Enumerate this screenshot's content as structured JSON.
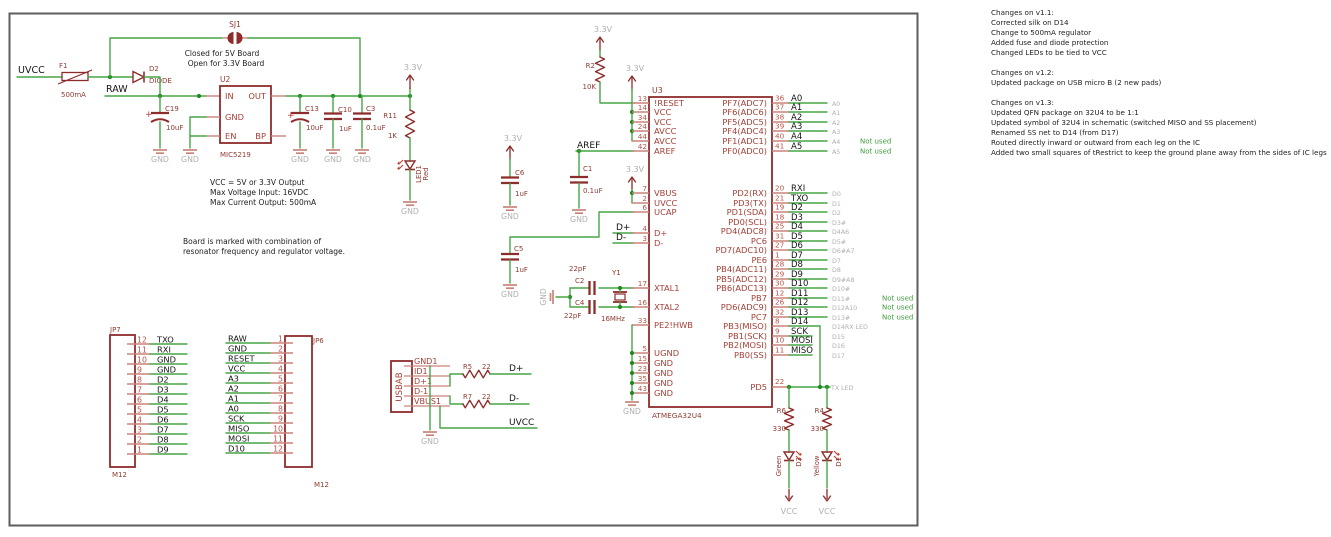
{
  "colors": {
    "wire": "#46a546",
    "junction": "#1d8c1d",
    "component": "#8e2b2b",
    "pin_line": "#c9837a",
    "pin_number": "#b4564b",
    "pin_text": "#a43f35",
    "ref_text": "#8f3b31",
    "net_text": "#141414",
    "gray_text": "#b0b0ae",
    "not_used": "#3d9c3d",
    "note_text": "#1d1d1d",
    "frame": "#5e5e5e",
    "led_arrow": "#c03a30"
  },
  "supply": {
    "v33": "3.3V",
    "gnd": "GND",
    "vcc": "VCC"
  },
  "power": {
    "uvcc_label": "UVCC",
    "fuse_ref": "F1",
    "fuse_value": "500mA",
    "diode_ref": "D2",
    "diode_name": "DIODE",
    "raw_label": "RAW",
    "jumper_ref": "SJ1",
    "jumper_note1": "Closed for 5V Board",
    "jumper_note2": "Open for 3.3V Board",
    "reg_ref": "U2",
    "reg_part": "MIC5219",
    "reg_pins": {
      "in": "IN",
      "out": "OUT",
      "gnd": "GND",
      "en": "EN",
      "bp": "BP"
    },
    "c19": {
      "ref": "C19",
      "value": "10uF"
    },
    "c13": {
      "ref": "C13",
      "value": "10uF"
    },
    "c10": {
      "ref": "C10",
      "value": "1uF"
    },
    "c3": {
      "ref": "C3",
      "value": "0.1uF"
    },
    "r11": {
      "ref": "R11",
      "value": "1K"
    },
    "led1": {
      "ref": "LED1",
      "color": "Red"
    },
    "plus": "+",
    "notes": [
      "VCC = 5V or 3.3V Output",
      "Max Voltage Input: 16VDC",
      "Max Current Output: 500mA"
    ],
    "board_note": [
      "Board is marked with combination of",
      "resonator frequency and regulator voltage."
    ]
  },
  "support": {
    "r2": {
      "ref": "R2",
      "value": "10K"
    },
    "c6": {
      "ref": "C6",
      "value": "1uF"
    },
    "c1": {
      "ref": "C1",
      "value": "0.1uF"
    },
    "c5": {
      "ref": "C5",
      "value": "1uF"
    },
    "aref_label": "AREF",
    "dplus": "D+",
    "dminus": "D-",
    "c2": {
      "ref": "C2",
      "value": "22pF"
    },
    "c4": {
      "ref": "C4",
      "value": "22pF"
    },
    "y1": {
      "ref": "Y1",
      "value": "16MHz"
    }
  },
  "ic": {
    "ref": "U3",
    "part": "ATMEGA32U4",
    "left_pins": [
      {
        "num": "13",
        "name": "!RESET"
      },
      {
        "num": "14",
        "name": "VCC"
      },
      {
        "num": "34",
        "name": "VCC"
      },
      {
        "num": "24",
        "name": "AVCC"
      },
      {
        "num": "44",
        "name": "AVCC"
      },
      {
        "num": "42",
        "name": "AREF"
      },
      {
        "num": "7",
        "name": "VBUS"
      },
      {
        "num": "2",
        "name": "UVCC"
      },
      {
        "num": "6",
        "name": "UCAP"
      },
      {
        "num": "4",
        "name": "D+"
      },
      {
        "num": "3",
        "name": "D-"
      },
      {
        "num": "17",
        "name": "XTAL1"
      },
      {
        "num": "16",
        "name": "XTAL2"
      },
      {
        "num": "33",
        "name": "PE2!HWB"
      },
      {
        "num": "5",
        "name": "UGND"
      },
      {
        "num": "15",
        "name": "GND"
      },
      {
        "num": "23",
        "name": "GND"
      },
      {
        "num": "35",
        "name": "GND"
      },
      {
        "num": "43",
        "name": "GND"
      }
    ],
    "right_pins": [
      {
        "name": "PF7(ADC7)",
        "num": "36",
        "net": "A0",
        "tag": "A0"
      },
      {
        "name": "PF6(ADC6)",
        "num": "37",
        "net": "A1",
        "tag": "A1"
      },
      {
        "name": "PF5(ADC5)",
        "num": "38",
        "net": "A2",
        "tag": "A2"
      },
      {
        "name": "PF4(ADC4)",
        "num": "39",
        "net": "A3",
        "tag": "A3"
      },
      {
        "name": "PF1(ADC1)",
        "num": "40",
        "net": "A4",
        "tag": "A4",
        "note": "Not used"
      },
      {
        "name": "PF0(ADC0)",
        "num": "41",
        "net": "A5",
        "tag": "A5",
        "note": "Not used"
      },
      {
        "name": "PD2(RX)",
        "num": "20",
        "net": "RXI",
        "tag": "D0"
      },
      {
        "name": "PD3(TX)",
        "num": "21",
        "net": "TXO",
        "tag": "D1"
      },
      {
        "name": "PD1(SDA)",
        "num": "19",
        "net": "D2",
        "tag": "D2"
      },
      {
        "name": "PD0(SCL)",
        "num": "18",
        "net": "D3",
        "tag": "D3#"
      },
      {
        "name": "PD4(ADC8)",
        "num": "25",
        "net": "D4",
        "tag": "D4A6"
      },
      {
        "name": "PC6",
        "num": "31",
        "net": "D5",
        "tag": "D5#"
      },
      {
        "name": "PD7(ADC10)",
        "num": "27",
        "net": "D6",
        "tag": "D6#A7"
      },
      {
        "name": "PE6",
        "num": "1",
        "net": "D7",
        "tag": "D7"
      },
      {
        "name": "PB4(ADC11)",
        "num": "28",
        "net": "D8",
        "tag": "D8"
      },
      {
        "name": "PB5(ADC12)",
        "num": "29",
        "net": "D9",
        "tag": "D9#A8"
      },
      {
        "name": "PB6(ADC13)",
        "num": "30",
        "net": "D10",
        "tag": "D10#"
      },
      {
        "name": "PB7",
        "num": "12",
        "net": "D11",
        "tag": "D11#",
        "note": "Not used"
      },
      {
        "name": "PD6(ADC9)",
        "num": "26",
        "net": "D12",
        "tag": "D12A10",
        "note": "Not used"
      },
      {
        "name": "PC7",
        "num": "32",
        "net": "D13",
        "tag": "D13#",
        "note": "Not used"
      },
      {
        "name": "PB3(MISO)",
        "num": "8",
        "net": "D14",
        "tag": "D14RX LED"
      },
      {
        "name": "PB1(SCK)",
        "num": "9",
        "net": "SCK",
        "tag": "D15"
      },
      {
        "name": "PB2(MOSI)",
        "num": "10",
        "net": "MOSI",
        "tag": "D16"
      },
      {
        "name": "PB0(SS)",
        "num": "11",
        "net": "MISO",
        "tag": "D17"
      }
    ],
    "pd5": {
      "name": "PD5",
      "num": "22",
      "tag": "TX LED"
    }
  },
  "leds": {
    "r6": {
      "ref": "R6",
      "value": "330"
    },
    "r4": {
      "ref": "R4",
      "value": "330"
    },
    "d3": {
      "ref": "D3",
      "color": "Green"
    },
    "d1": {
      "ref": "D1",
      "color": "Yellow"
    }
  },
  "jp7": {
    "ref": "JP7",
    "footprint": "M12",
    "pins": [
      {
        "num": "12",
        "net": "TXO"
      },
      {
        "num": "11",
        "net": "RXI"
      },
      {
        "num": "10",
        "net": "GND"
      },
      {
        "num": "9",
        "net": "GND"
      },
      {
        "num": "8",
        "net": "D2"
      },
      {
        "num": "7",
        "net": "D3"
      },
      {
        "num": "6",
        "net": "D4"
      },
      {
        "num": "5",
        "net": "D5"
      },
      {
        "num": "4",
        "net": "D6"
      },
      {
        "num": "3",
        "net": "D7"
      },
      {
        "num": "2",
        "net": "D8"
      },
      {
        "num": "1",
        "net": "D9"
      }
    ]
  },
  "jp6": {
    "ref": "JP6",
    "footprint": "M12",
    "pins": [
      {
        "net": "RAW",
        "num": "1"
      },
      {
        "net": "GND",
        "num": "2"
      },
      {
        "net": "RESET",
        "num": "3"
      },
      {
        "net": "VCC",
        "num": "4"
      },
      {
        "net": "A3",
        "num": "5"
      },
      {
        "net": "A2",
        "num": "6"
      },
      {
        "net": "A1",
        "num": "7"
      },
      {
        "net": "A0",
        "num": "8"
      },
      {
        "net": "SCK",
        "num": "9"
      },
      {
        "net": "MISO",
        "num": "10"
      },
      {
        "net": "MOSI",
        "num": "11"
      },
      {
        "net": "D10",
        "num": "12"
      }
    ]
  },
  "usb": {
    "ref": "USBAB",
    "pins": [
      "GND1",
      "ID1",
      "D+1",
      "D-1",
      "VBUS1"
    ],
    "r5": {
      "ref": "R5",
      "value": "22"
    },
    "r7": {
      "ref": "R7",
      "value": "22"
    },
    "dplus": "D+",
    "dminus": "D-",
    "uvcc": "UVCC"
  },
  "changelog": {
    "sections": [
      {
        "title": "Changes on v1.1:",
        "items": [
          "Corrected silk on D14",
          "Change to 500mA regulator",
          "Added fuse and diode protection",
          "Changed LEDs to be tied to VCC"
        ]
      },
      {
        "title": "Changes on v1.2:",
        "items": [
          "Updated package on USB micro B (2 new pads)"
        ]
      },
      {
        "title": "Changes on v1.3:",
        "items": [
          "Updated QFN package on 32U4 to be 1:1",
          "Updated symbol of 32U4 in schematic (switched MISO and SS placement)",
          "Renamed SS net to D14 (from D17)",
          "Routed directly inward or outward from each leg on the IC",
          "Added two small squares of tRestrict to keep the ground plane away from the sides of IC legs"
        ]
      }
    ]
  }
}
